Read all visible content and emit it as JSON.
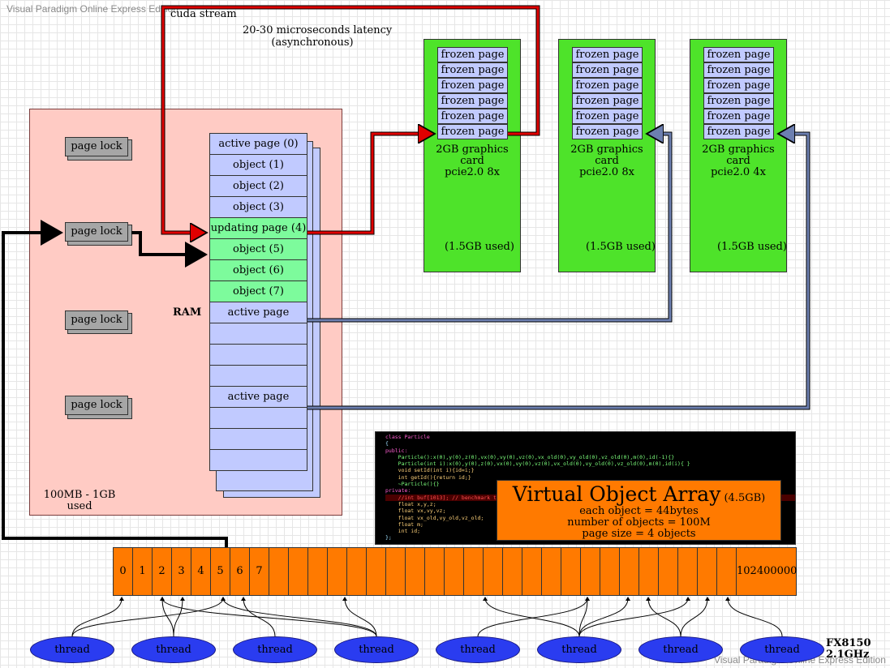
{
  "watermark": "Visual Paradigm Online Express Edition",
  "stream_label": "cuda stream",
  "latency_line1": "20-30 microseconds latency",
  "latency_line2": "(asynchronous)",
  "ram": {
    "label": "RAM",
    "used_line1": "100MB - 1GB",
    "used_line2": "used",
    "locks": [
      "page lock",
      "page lock",
      "page lock",
      "page lock"
    ],
    "pages": [
      {
        "label": "active page (0)",
        "color": "#c1caff"
      },
      {
        "label": "object (1)",
        "color": "#c1caff"
      },
      {
        "label": "object (2)",
        "color": "#c1caff"
      },
      {
        "label": "object (3)",
        "color": "#c1caff"
      },
      {
        "label": "updating page (4)",
        "color": "#7dfb9c"
      },
      {
        "label": "object (5)",
        "color": "#7dfb9c"
      },
      {
        "label": "object (6)",
        "color": "#7dfb9c"
      },
      {
        "label": "object (7)",
        "color": "#7dfb9c"
      },
      {
        "label": "active page",
        "color": "#c1caff"
      },
      {
        "label": "",
        "color": "#c1caff"
      },
      {
        "label": "",
        "color": "#c1caff"
      },
      {
        "label": "",
        "color": "#c1caff"
      },
      {
        "label": "active page",
        "color": "#c1caff"
      },
      {
        "label": "",
        "color": "#c1caff"
      },
      {
        "label": "",
        "color": "#c1caff"
      },
      {
        "label": "",
        "color": "#c1caff"
      }
    ]
  },
  "cards": [
    {
      "frozen": [
        "frozen page",
        "frozen page",
        "frozen page",
        "frozen page",
        "frozen page",
        "frozen page"
      ],
      "name": "2GB graphics card",
      "bus": "pcie2.0 8x",
      "used": "(1.5GB used)"
    },
    {
      "frozen": [
        "frozen page",
        "frozen page",
        "frozen page",
        "frozen page",
        "frozen page",
        "frozen page"
      ],
      "name": "2GB graphics card",
      "bus": "pcie2.0 8x",
      "used": "(1.5GB used)"
    },
    {
      "frozen": [
        "frozen page",
        "frozen page",
        "frozen page",
        "frozen page",
        "frozen page",
        "frozen page"
      ],
      "name": "2GB graphics card",
      "bus": "pcie2.0 4x",
      "used": "(1.5GB used)"
    }
  ],
  "code_lines": [
    "class Particle",
    "{",
    "public:",
    "    Particle():x(0),y(0),z(0),vx(0),vy(0),vz(0),vx_old(0),vy_old(0),vz_old(0),m(0),id(-1){}",
    "    Particle(int i):x(0),y(0),z(0),vx(0),vy(0),vz(0),vx_old(0),vy_old(0),vz_old(0),m(0),id(i){ }",
    "    void setId(int i){id=i;}",
    "    int getId(){return id;}",
    "    ~Particle(){}",
    "private:",
    "    //int buf[1013]; // benchmark t",
    "    float x,y,z;",
    "    float vx,vy,vz;",
    "    float vx_old,vy_old,vz_old;",
    "    float m;",
    "    int id;",
    "};"
  ],
  "voa": {
    "title": "Virtual Object Array",
    "size": "(4.5GB)",
    "line1": "each object = 44bytes",
    "line2": "number of objects = 100M",
    "line3": "page size = 4 objects"
  },
  "array_cells": [
    "0",
    "1",
    "2",
    "3",
    "4",
    "5",
    "6",
    "7",
    "",
    "",
    "",
    "",
    "",
    "",
    "",
    "",
    "",
    "",
    "",
    "",
    "",
    "",
    "",
    "",
    "",
    "",
    "",
    "",
    "",
    "",
    "",
    "",
    "102400000"
  ],
  "threads": [
    "thread",
    "thread",
    "thread",
    "thread",
    "thread",
    "thread",
    "thread",
    "thread"
  ],
  "cpu_line1": "FX8150",
  "cpu_line2": "2.1GHz",
  "colors": {
    "red_arrow": "#e00000",
    "blue_arrow": "#6c7fb0",
    "black_arrow": "#000000",
    "ram_bg": "#ffcbc4",
    "card_bg": "#4ee32a",
    "page_bg": "#c1caff",
    "page_green": "#7dfb9c",
    "array_bg": "#ff7a00",
    "thread_bg": "#2a3cf0"
  }
}
